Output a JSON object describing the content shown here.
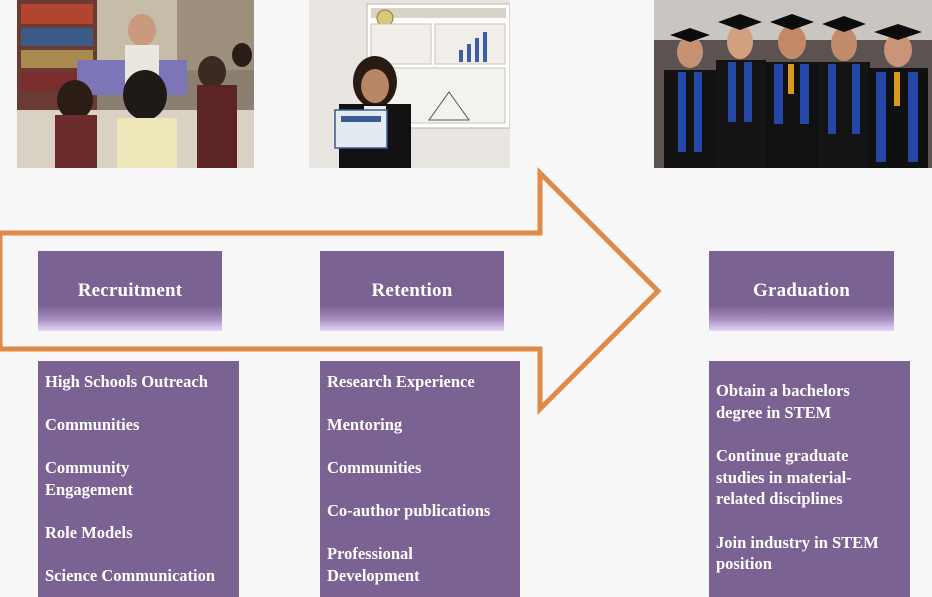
{
  "photos": [
    {
      "name": "outreach-photo"
    },
    {
      "name": "poster-presentation-photo"
    },
    {
      "name": "graduates-photo"
    }
  ],
  "stages": {
    "recruitment": {
      "title": "Recruitment",
      "items": [
        "High Schools Outreach",
        "Communities",
        "Community Engagement",
        "Role Models",
        "Science Communication"
      ]
    },
    "retention": {
      "title": "Retention",
      "items": [
        "Research Experience",
        "Mentoring",
        "Communities",
        "Co-author publications",
        "Professional Development"
      ]
    },
    "graduation": {
      "title": "Graduation",
      "items": [
        "Obtain a bachelors degree in STEM",
        "Continue graduate studies in material-related disciplines",
        "Join industry in STEM position"
      ]
    }
  },
  "colors": {
    "arrow_outline": "#e08a4a",
    "box_fill": "#7a6292",
    "box_text": "#ffffff",
    "background": "#f7f7f7"
  }
}
